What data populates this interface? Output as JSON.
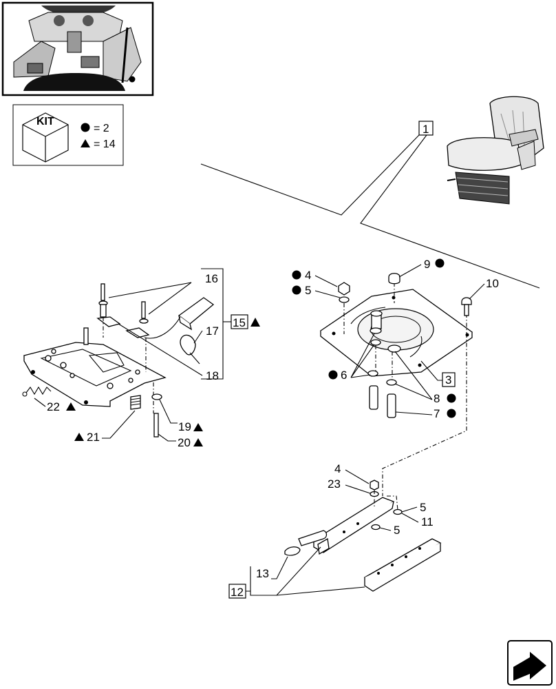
{
  "kit": {
    "label": "KIT",
    "circle_qty": "= 2",
    "triangle_qty": "= 14"
  },
  "callouts": {
    "c1": "1",
    "c3": "3",
    "c4a": "4",
    "c5a": "5",
    "c6": "6",
    "c7": "7",
    "c8": "8",
    "c9": "9",
    "c10": "10",
    "c11": "11",
    "c12": "12",
    "c13": "13",
    "c15": "15",
    "c16": "16",
    "c17": "17",
    "c18": "18",
    "c19": "19",
    "c20": "20",
    "c21": "21",
    "c22": "22",
    "c23": "23",
    "c4b": "4",
    "c5b": "5",
    "c5c": "5"
  },
  "icons": {
    "circle_marker": "filled-circle-icon",
    "triangle_marker": "filled-triangle-icon",
    "nav": "next-page-arrow-icon"
  }
}
